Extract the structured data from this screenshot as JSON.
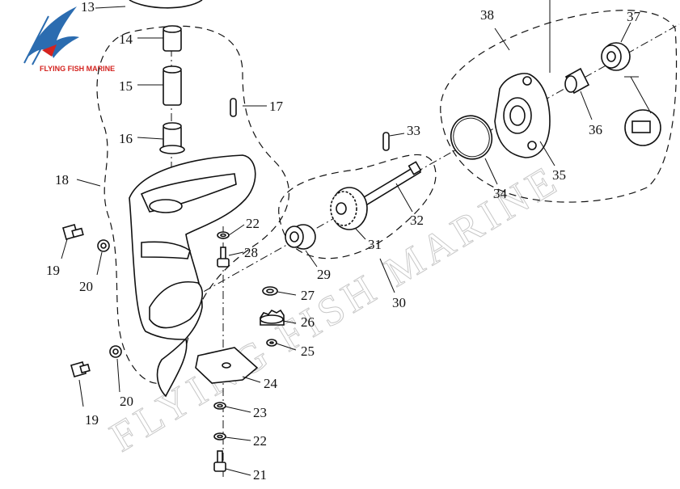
{
  "brand": {
    "name": "FLYING FISH MARINE",
    "logo_colors": [
      "#2b6cb0",
      "#d4231f"
    ]
  },
  "watermark": "FLYING FISH MARINE",
  "callouts": [
    {
      "id": "c13",
      "text": "13"
    },
    {
      "id": "c14",
      "text": "14"
    },
    {
      "id": "c15",
      "text": "15"
    },
    {
      "id": "c16",
      "text": "16"
    },
    {
      "id": "c17",
      "text": "17"
    },
    {
      "id": "c18",
      "text": "18"
    },
    {
      "id": "c19a",
      "text": "19"
    },
    {
      "id": "c20a",
      "text": "20"
    },
    {
      "id": "c22a",
      "text": "22"
    },
    {
      "id": "c28",
      "text": "28"
    },
    {
      "id": "c27",
      "text": "27"
    },
    {
      "id": "c26",
      "text": "26"
    },
    {
      "id": "c25",
      "text": "25"
    },
    {
      "id": "c24",
      "text": "24"
    },
    {
      "id": "c23",
      "text": "23"
    },
    {
      "id": "c22b",
      "text": "22"
    },
    {
      "id": "c21",
      "text": "21"
    },
    {
      "id": "c19b",
      "text": "19"
    },
    {
      "id": "c20b",
      "text": "20"
    },
    {
      "id": "c29",
      "text": "29"
    },
    {
      "id": "c30",
      "text": "30"
    },
    {
      "id": "c31",
      "text": "31"
    },
    {
      "id": "c32",
      "text": "32"
    },
    {
      "id": "c33",
      "text": "33"
    },
    {
      "id": "c34",
      "text": "34"
    },
    {
      "id": "c35",
      "text": "35"
    },
    {
      "id": "c36",
      "text": "36"
    },
    {
      "id": "c37",
      "text": "37"
    },
    {
      "id": "c38",
      "text": "38"
    }
  ]
}
